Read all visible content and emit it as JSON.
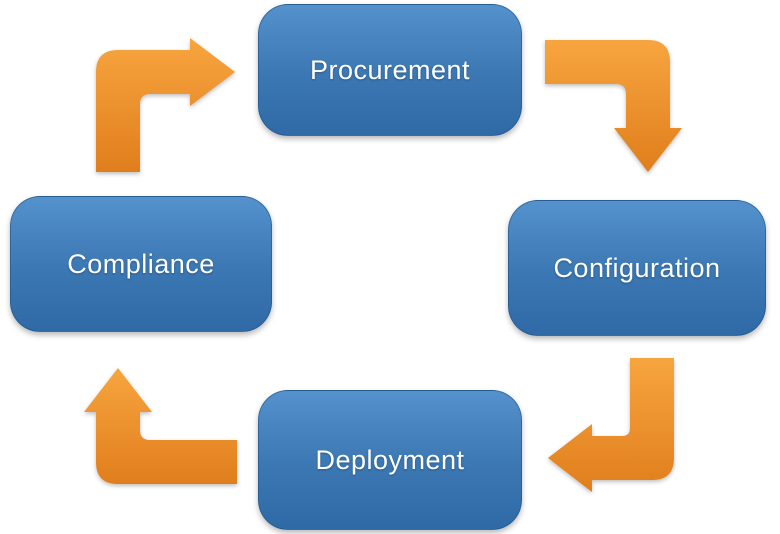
{
  "diagram": {
    "type": "cycle",
    "title": "",
    "nodes": [
      {
        "id": "procurement",
        "label": "Procurement"
      },
      {
        "id": "configuration",
        "label": "Configuration"
      },
      {
        "id": "deployment",
        "label": "Deployment"
      },
      {
        "id": "compliance",
        "label": "Compliance"
      }
    ],
    "edges": [
      {
        "from": "procurement",
        "to": "configuration",
        "direction": "down"
      },
      {
        "from": "configuration",
        "to": "deployment",
        "direction": "left"
      },
      {
        "from": "deployment",
        "to": "compliance",
        "direction": "up"
      },
      {
        "from": "compliance",
        "to": "procurement",
        "direction": "right"
      }
    ],
    "sequence": [
      "Procurement",
      "Configuration",
      "Deployment",
      "Compliance"
    ],
    "cyclic": true
  },
  "theme": {
    "node_top": "#5492cd",
    "node_bottom": "#2f6aa7",
    "arrow_light": "#f7a53f",
    "arrow_dark": "#e07e1c",
    "text": "#ffffff",
    "background": "#ffffff"
  }
}
